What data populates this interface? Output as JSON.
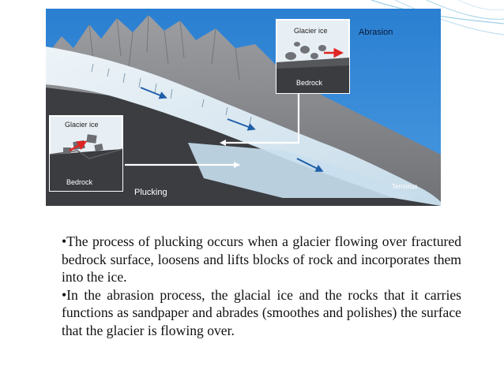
{
  "figure": {
    "labels": {
      "abrasion_inset_glacier_ice": "Glacier ice",
      "abrasion_title": "Abrasion",
      "abrasion_inset_bedrock": "Bedrock",
      "plucking_inset_glacier_ice": "Glacier ice",
      "plucking_inset_bedrock": "Bedrock",
      "plucking_title": "Plucking",
      "terminus": "Terminus"
    }
  },
  "text": {
    "bullet_1": "•The process of plucking occurs when a glacier flowing over fractured bedrock surface, loosens and lifts blocks of rock and incorporates them into the ice.",
    "bullet_2": "•In the abrasion process, the glacial ice and the rocks that it carries functions as sandpaper and abrades (smoothes and polishes) the surface that the glacier is flowing over."
  },
  "colors": {
    "sky": "#2f86d6",
    "mountain": "#8d8f93",
    "bedrock": "#3b3d41",
    "ice": "#d3e4ef",
    "flow_arrow": "#1f5fa8",
    "motion_arrow": "#e02424",
    "decoration": "#9ed0e8"
  }
}
